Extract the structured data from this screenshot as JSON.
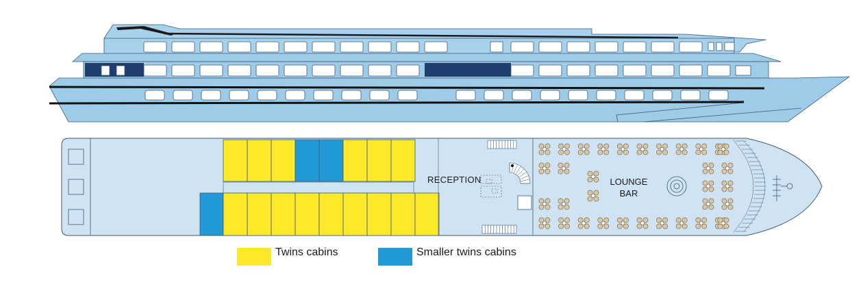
{
  "labels": {
    "reception": "RECEPTION",
    "lounge_line1": "LOUNGE",
    "lounge_line2": "BAR"
  },
  "legend": [
    {
      "label": "Twins cabins",
      "color": "#fce92a"
    },
    {
      "label": "Smaller twins cabins",
      "color": "#219ad6"
    }
  ],
  "colors": {
    "hull": "#9ecbe8",
    "deck": "#cfe3f3",
    "outline": "#3a5a78",
    "window_band": "#1e3e6e",
    "twin": "#fce92a",
    "smaller_twin": "#219ad6"
  }
}
